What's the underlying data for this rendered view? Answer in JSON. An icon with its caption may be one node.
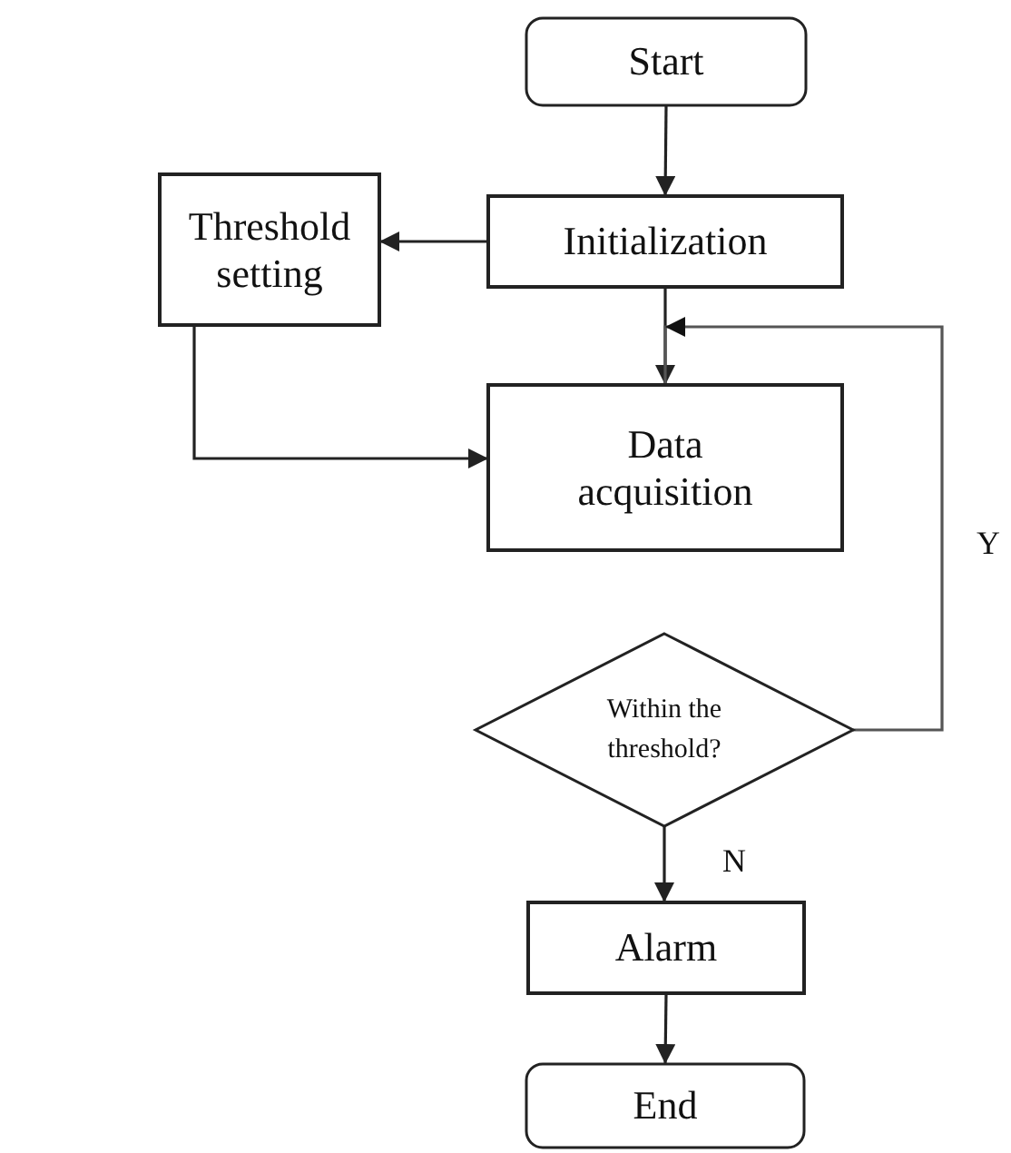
{
  "diagram": {
    "nodes": [
      {
        "text": [
          "Start"
        ]
      },
      {
        "text": [
          "Initialization"
        ]
      },
      {
        "text": [
          "Threshold setting"
        ]
      },
      {
        "text": [
          "Data acquisition"
        ]
      },
      {
        "text": [
          "Within the threshold?"
        ]
      },
      {
        "text": [
          "Alarm"
        ]
      },
      {
        "text": [
          "End"
        ]
      }
    ],
    "edges": [
      {
        "from": 0,
        "to": 1,
        "arrow": "to"
      },
      {
        "from": 1,
        "to": 2,
        "arrow": "to"
      },
      {
        "from": 1,
        "to": 3,
        "arrow": "to"
      },
      {
        "from": 2,
        "to": 3,
        "arrow": "to"
      },
      {
        "from": 4,
        "to": 3,
        "arrow": "to",
        "label": "Y",
        "color": "#555555"
      },
      {
        "from": 4,
        "to": 5,
        "arrow": "to",
        "label": "N"
      },
      {
        "from": 5,
        "to": 6,
        "arrow": "to"
      }
    ]
  }
}
